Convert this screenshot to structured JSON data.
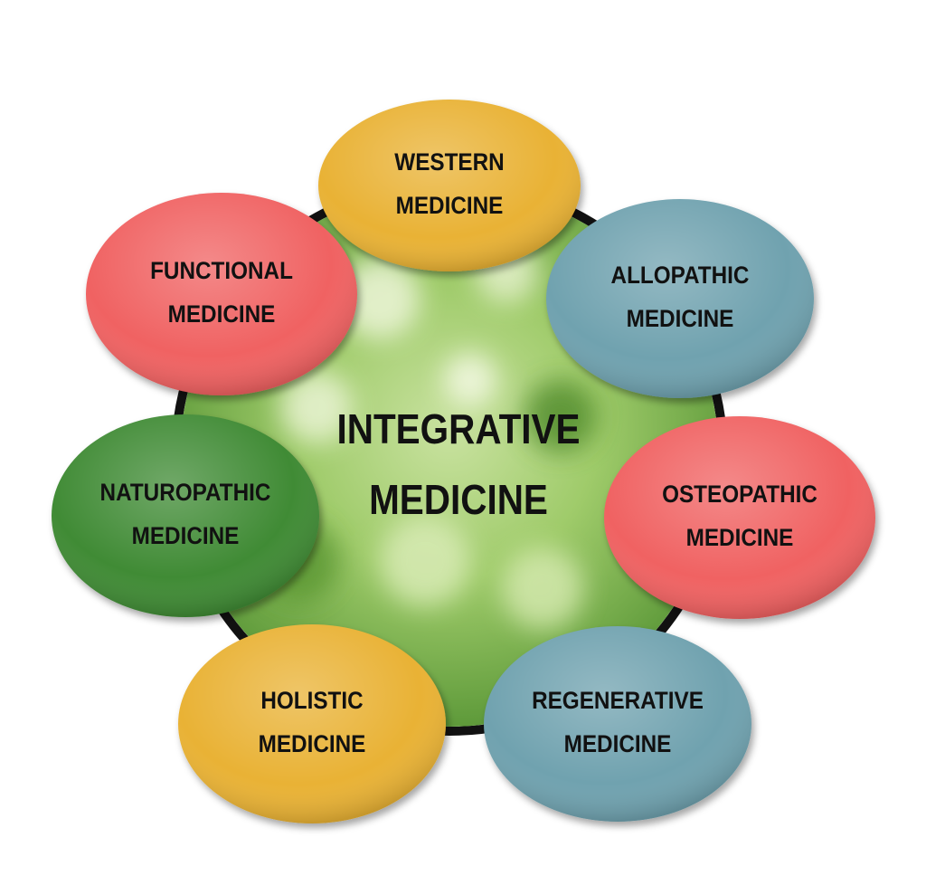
{
  "center": {
    "line1": "INTEGRATIVE",
    "line2": "MEDICINE"
  },
  "colors": {
    "yellow": "#E9B234",
    "blue": "#6FA2AF",
    "red": "#F06262",
    "green": "#408B36",
    "ring": "#111111"
  },
  "nodes": [
    {
      "line1": "WESTERN",
      "line2": "MEDICINE",
      "color": "#E9B234"
    },
    {
      "line1": "ALLOPATHIC",
      "line2": "MEDICINE",
      "color": "#6FA2AF"
    },
    {
      "line1": "OSTEOPATHIC",
      "line2": "MEDICINE",
      "color": "#F06262"
    },
    {
      "line1": "REGENERATIVE",
      "line2": "MEDICINE",
      "color": "#6FA2AF"
    },
    {
      "line1": "HOLISTIC",
      "line2": "MEDICINE",
      "color": "#E9B234"
    },
    {
      "line1": "NATUROPATHIC",
      "line2": "MEDICINE",
      "color": "#408B36"
    },
    {
      "line1": "FUNCTIONAL",
      "line2": "MEDICINE",
      "color": "#F06262"
    }
  ]
}
